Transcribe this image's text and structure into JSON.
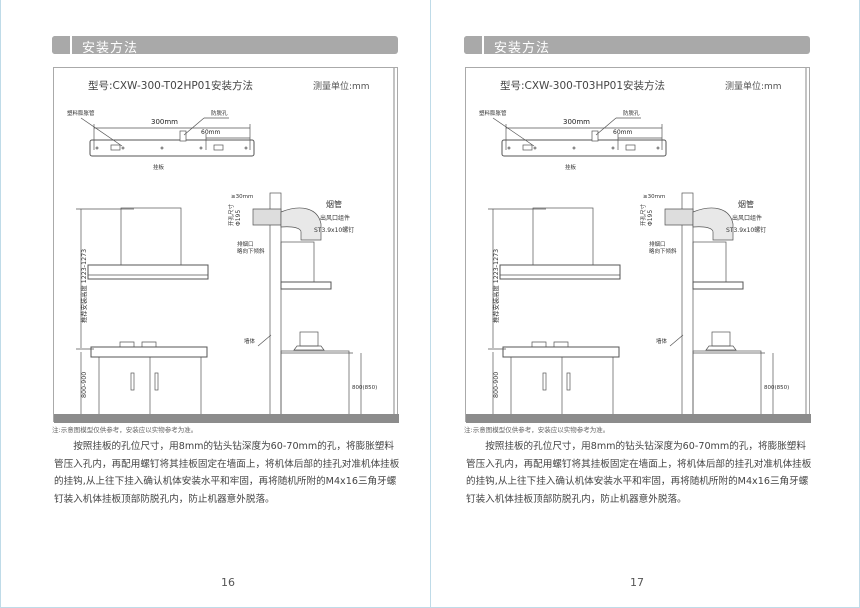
{
  "section_title": "安装方法",
  "unit_label": "测量单位:mm",
  "diagram": {
    "anchor_label": "塑料膨胀管",
    "antifall_label": "防脱孔",
    "span": "300mm",
    "offset": "60mm",
    "plate_label": "挂板",
    "height_label": "推荐安装高度 1223-1273",
    "counter_label": "800-900",
    "gap": "≥30mm",
    "hole_label": "开孔尺寸",
    "hole_size": "Φ195",
    "duct_label": "烟管",
    "outlet_label": "出风口组件",
    "screw_label": "ST3.9x10螺钉",
    "exhaust_label_1": "排烟口",
    "exhaust_label_2": "略向下倾斜",
    "wall_label": "墙体",
    "side_height": "800(850)"
  },
  "note": "注:示意图模型仅供参考，安装应以实物参考为准。",
  "paragraph": "按照挂板的孔位尺寸，用8mm的钻头钻深度为60-70mm的孔，将膨胀塑料管压入孔内，再配用螺钉将其挂板固定在墙面上，将机体后部的挂孔对准机体挂板的挂钩,从上往下挂入确认机体安装水平和牢固，再将随机所附的M4x16三角牙螺钉装入机体挂板顶部防脱孔内，防止机器意外脱落。",
  "pages": [
    {
      "model_title": "型号:CXW-300-T02HP01安装方法",
      "page_number": "16"
    },
    {
      "model_title": "型号:CXW-300-T03HP01安装方法",
      "page_number": "17"
    }
  ]
}
